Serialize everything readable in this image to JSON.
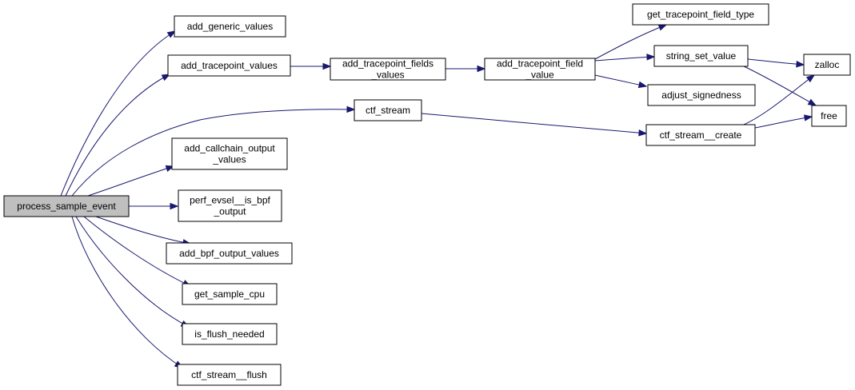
{
  "colors": {
    "edge": "#191970",
    "root_fill": "#bfbfbf",
    "node_fill": "#ffffff",
    "border": "#000000"
  },
  "nodes": {
    "process_sample_event": {
      "lines": [
        "process_sample_event"
      ]
    },
    "add_generic_values": {
      "lines": [
        "add_generic_values"
      ]
    },
    "add_tracepoint_values": {
      "lines": [
        "add_tracepoint_values"
      ]
    },
    "ctf_stream": {
      "lines": [
        "ctf_stream"
      ]
    },
    "add_callchain_output_values": {
      "lines": [
        "add_callchain_output",
        "_values"
      ]
    },
    "perf_evsel__is_bpf_output": {
      "lines": [
        "perf_evsel__is_bpf",
        "_output"
      ]
    },
    "add_bpf_output_values": {
      "lines": [
        "add_bpf_output_values"
      ]
    },
    "get_sample_cpu": {
      "lines": [
        "get_sample_cpu"
      ]
    },
    "is_flush_needed": {
      "lines": [
        "is_flush_needed"
      ]
    },
    "ctf_stream__flush": {
      "lines": [
        "ctf_stream__flush"
      ]
    },
    "add_tracepoint_fields_values": {
      "lines": [
        "add_tracepoint_fields",
        "_values"
      ]
    },
    "add_tracepoint_field_value": {
      "lines": [
        "add_tracepoint_field",
        "_value"
      ]
    },
    "get_tracepoint_field_type": {
      "lines": [
        "get_tracepoint_field_type"
      ]
    },
    "string_set_value": {
      "lines": [
        "string_set_value"
      ]
    },
    "adjust_signedness": {
      "lines": [
        "adjust_signedness"
      ]
    },
    "ctf_stream__create": {
      "lines": [
        "ctf_stream__create"
      ]
    },
    "zalloc": {
      "lines": [
        "zalloc"
      ]
    },
    "free": {
      "lines": [
        "free"
      ]
    }
  },
  "edges": [
    [
      "process_sample_event",
      "add_generic_values"
    ],
    [
      "process_sample_event",
      "add_tracepoint_values"
    ],
    [
      "process_sample_event",
      "ctf_stream"
    ],
    [
      "process_sample_event",
      "add_callchain_output_values"
    ],
    [
      "process_sample_event",
      "perf_evsel__is_bpf_output"
    ],
    [
      "process_sample_event",
      "add_bpf_output_values"
    ],
    [
      "process_sample_event",
      "get_sample_cpu"
    ],
    [
      "process_sample_event",
      "is_flush_needed"
    ],
    [
      "process_sample_event",
      "ctf_stream__flush"
    ],
    [
      "add_tracepoint_values",
      "add_tracepoint_fields_values"
    ],
    [
      "add_tracepoint_fields_values",
      "add_tracepoint_field_value"
    ],
    [
      "add_tracepoint_field_value",
      "get_tracepoint_field_type"
    ],
    [
      "add_tracepoint_field_value",
      "string_set_value"
    ],
    [
      "add_tracepoint_field_value",
      "adjust_signedness"
    ],
    [
      "string_set_value",
      "zalloc"
    ],
    [
      "string_set_value",
      "free"
    ],
    [
      "ctf_stream",
      "ctf_stream__create"
    ],
    [
      "ctf_stream__create",
      "zalloc"
    ],
    [
      "ctf_stream__create",
      "free"
    ]
  ]
}
